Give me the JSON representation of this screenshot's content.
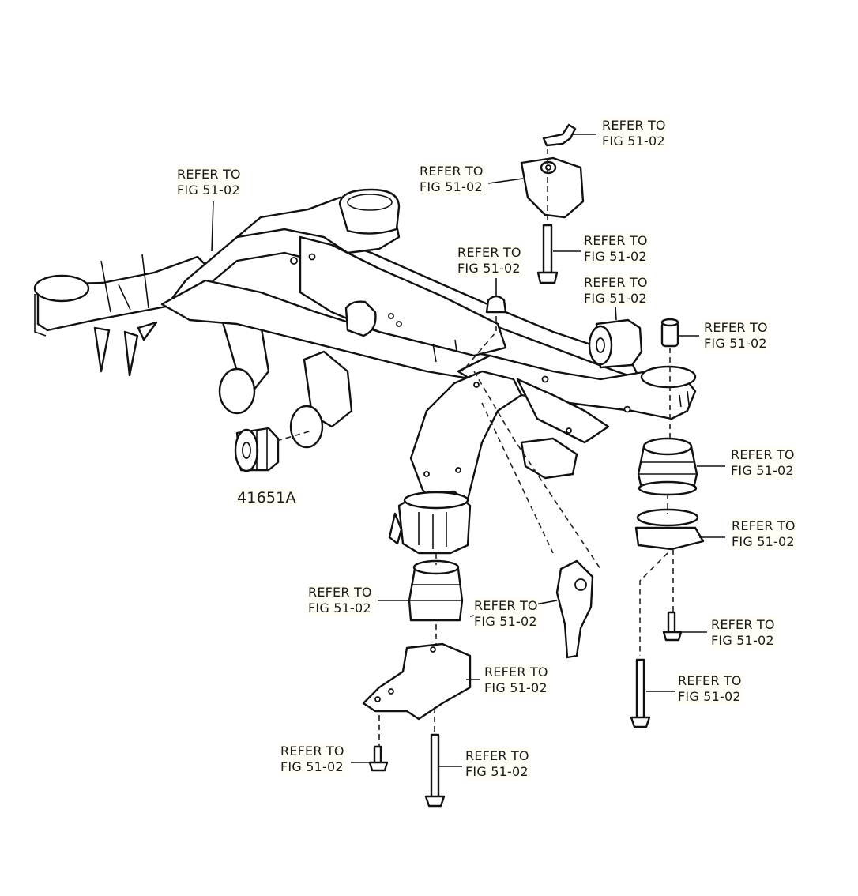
{
  "callout_text": {
    "refer_line1": "REFER TO",
    "refer_line2": "FIG 51-02"
  },
  "callouts": [
    {
      "id": "frame-left-rail"
    },
    {
      "id": "mount-bracket-top"
    },
    {
      "id": "bracket-upper"
    },
    {
      "id": "collar-nut"
    },
    {
      "id": "upper-bolt"
    },
    {
      "id": "bushing-upper-right"
    },
    {
      "id": "sleeve-right"
    },
    {
      "id": "cushion-right"
    },
    {
      "id": "stopper-plate-right"
    },
    {
      "id": "bolt-right-short"
    },
    {
      "id": "bolt-right-long"
    },
    {
      "id": "cushion-left"
    },
    {
      "id": "support-bracket-center"
    },
    {
      "id": "stopper-plate-left"
    },
    {
      "id": "bolt-left-short"
    },
    {
      "id": "bolt-left-long"
    }
  ],
  "part_number": "41651A"
}
